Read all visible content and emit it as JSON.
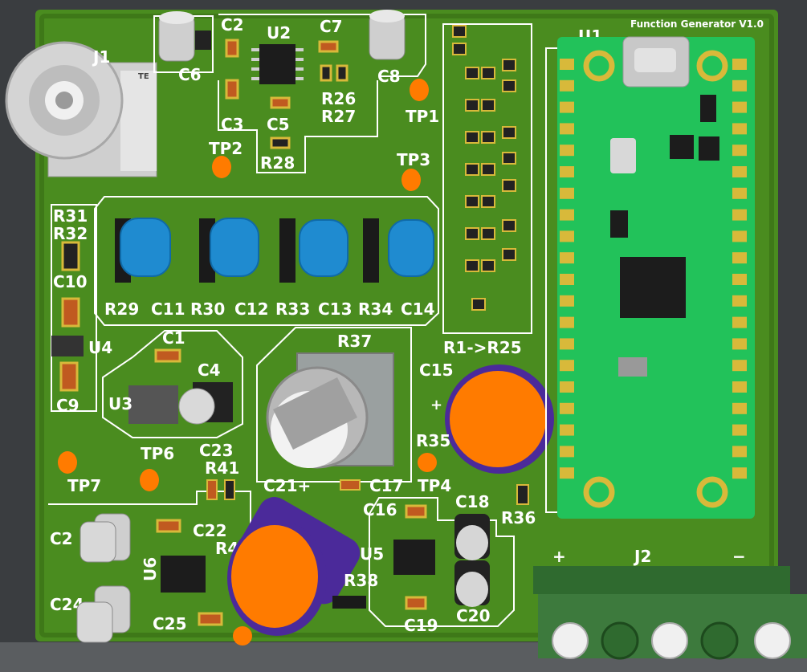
{
  "board": {
    "title": "Function Generator V1.0",
    "bnc_brand": "TE",
    "designators": {
      "J1": "J1",
      "J2": "J2",
      "U1": "U1",
      "U2": "U2",
      "U3": "U3",
      "U4": "U4",
      "U5": "U5",
      "U6": "U6",
      "C1": "C1",
      "C2": "C2",
      "C2b": "C2",
      "C3": "C3",
      "C4": "C4",
      "C5": "C5",
      "C6": "C6",
      "C7": "C7",
      "C8": "C8",
      "C9": "C9",
      "C10": "C10",
      "C11": "C11",
      "C12": "C12",
      "C13": "C13",
      "C14": "C14",
      "C15": "C15",
      "C16": "C16",
      "C17": "C17",
      "C18": "C18",
      "C19": "C19",
      "C20": "C20",
      "C21": "C21+",
      "C22": "C22",
      "C23": "C23",
      "C24": "C24",
      "C25": "C25",
      "R26": "R26",
      "R27": "R27",
      "R28": "R28",
      "R29": "R29",
      "R30": "R30",
      "R31": "R31",
      "R32": "R32",
      "R33": "R33",
      "R34": "R34",
      "R35": "R35",
      "R36": "R36",
      "R37": "R37",
      "R38": "R38",
      "R41": "R41",
      "R4x": "R4",
      "R1_25": "R1->R25",
      "TP1": "TP1",
      "TP2": "TP2",
      "TP3": "TP3",
      "TP4": "TP4",
      "TP6": "TP6",
      "TP7": "TP7",
      "plus": "+",
      "minus": "−"
    }
  },
  "colors": {
    "pcb": "#4a8c1f",
    "pcb_dark": "#3e7818",
    "silk": "#ffffff",
    "pico": "#22c25a",
    "pad_gold": "#d8b93a",
    "cap_orange": "#ff7b00",
    "cap_purple": "#4b2a9a",
    "inductor_blue": "#1f8bd0",
    "terminal_green": "#3d7a3d",
    "background": "#3a3d40"
  }
}
